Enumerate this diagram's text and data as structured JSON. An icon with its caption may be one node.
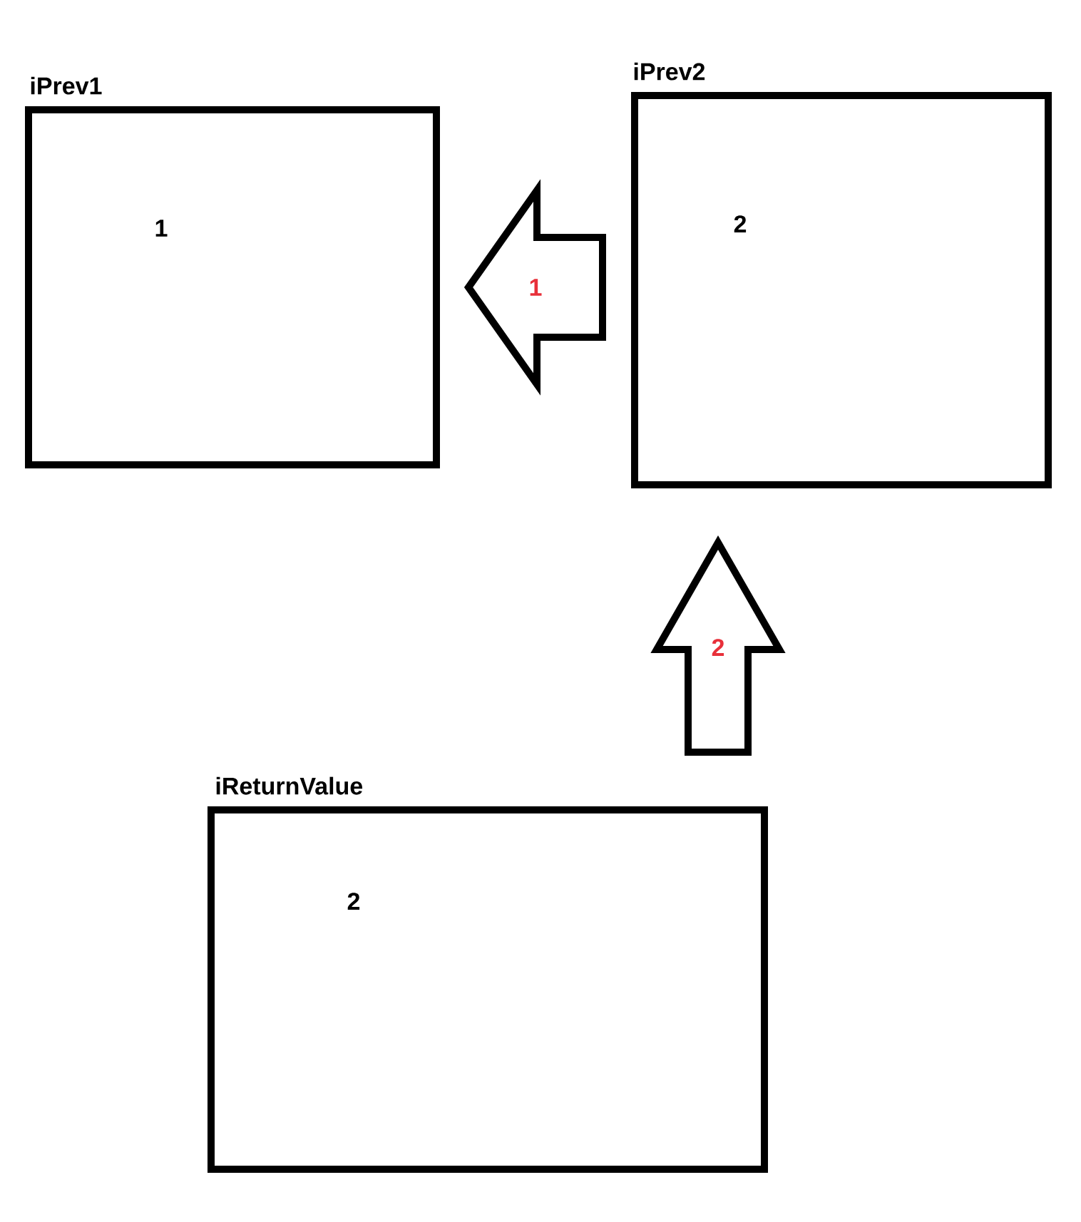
{
  "diagram": {
    "nodes": [
      {
        "text": [
          "iPrev1",
          "1"
        ]
      },
      {
        "text": [
          "iPrev2",
          "2"
        ]
      },
      {
        "text": [
          "iReturnValue",
          "2"
        ]
      }
    ],
    "edges": [
      {
        "from": 1,
        "to": 0,
        "arrow": "to",
        "label": "1"
      },
      {
        "from": 2,
        "to": 1,
        "arrow": "to",
        "label": "2"
      }
    ]
  }
}
